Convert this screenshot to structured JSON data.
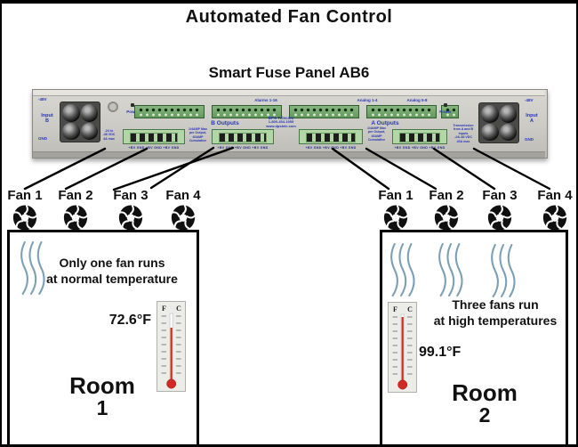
{
  "title": "Automated Fan Control",
  "subtitle": "Smart Fuse Panel AB6",
  "panel": {
    "input_b_line1": "Input",
    "input_b_line2": "B",
    "input_a_line1": "Input",
    "input_a_line2": "A",
    "neg48_label": "-48V",
    "gnd_label": "GND",
    "power_label": "Power",
    "b_outputs": "B Outputs",
    "a_outputs": "A Outputs",
    "alarms_label": "Alarms 1-16",
    "analog14_label": "Analog 1-4",
    "analog58_label": "Analog 5-8",
    "brand": {
      "name": "DPS Telecom",
      "phone": "1-800-454-1955",
      "web": "www.dpstele.com"
    },
    "fuse_caption": "+BV GND +BV GND +BV GND",
    "amp_note": [
      "1/4AMP Max",
      "per Output,",
      "40AMP",
      "Cumulative"
    ],
    "volt_note": [
      "-24 to",
      "-48 VDC",
      "4A max"
    ],
    "transmission_note": [
      "Transmission",
      "from A and B",
      "inputs",
      "-24/-48 VDC",
      "40A max"
    ]
  },
  "fans": {
    "left": [
      "Fan 1",
      "Fan 2",
      "Fan 3",
      "Fan 4"
    ],
    "right": [
      "Fan 1",
      "Fan 2",
      "Fan 3",
      "Fan 4"
    ]
  },
  "thermometer": {
    "left_scale": "F",
    "right_scale": "C"
  },
  "rooms": [
    {
      "name": "Room",
      "number": "1",
      "note_line1": "Only one fan runs",
      "note_line2": "at normal temperature",
      "temperature": "72.6°F",
      "mercury": {
        "y": "30",
        "height": "62"
      }
    },
    {
      "name": "Room",
      "number": "2",
      "note_line1": "Three fans run",
      "note_line2": "at high temperatures",
      "temperature": "99.1°F",
      "mercury": {
        "y": "17",
        "height": "75"
      }
    }
  ],
  "colors": {
    "label_blue": "#2a35b8",
    "wave_blue": "#7d9fb4",
    "mercury_red": "#cf2b24",
    "connector_green": "#639a5d",
    "fuse_green": "#b2d6a6"
  }
}
